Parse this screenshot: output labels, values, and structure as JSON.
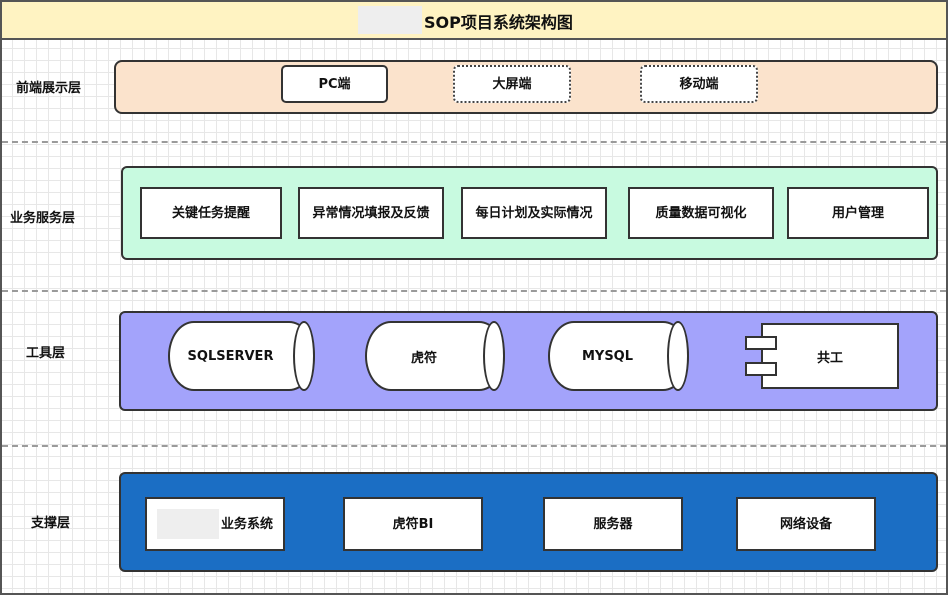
{
  "diagram": {
    "title": "SOP项目系统架构图",
    "layers": {
      "frontend": {
        "label": "前端展示层",
        "items": [
          "PC端",
          "大屏端",
          "移动端"
        ],
        "color": "#fbe3cc"
      },
      "business": {
        "label": "业务服务层",
        "items": [
          "关键任务提醒",
          "异常情况填报及反馈",
          "每日计划及实际情况",
          "质量数据可视化",
          "用户管理"
        ],
        "color": "#c8fae0"
      },
      "tools": {
        "label": "工具层",
        "items": [
          "SQLSERVER",
          "虎符",
          "MYSQL",
          "共工"
        ],
        "color": "#a3a3fb"
      },
      "support": {
        "label": "支撑层",
        "items": [
          "业务系统",
          "虎符BI",
          "服务器",
          "网络设备"
        ],
        "color": "#1b6ec4"
      }
    }
  }
}
